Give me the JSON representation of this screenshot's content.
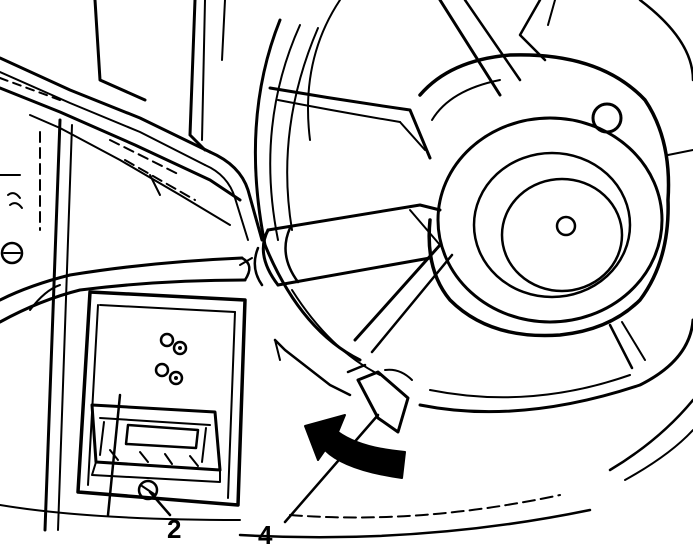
{
  "callouts": [
    {
      "id": "2",
      "text": "2"
    },
    {
      "id": "4",
      "text": "4"
    }
  ],
  "colors": {
    "ink": "#000000",
    "paper": "#ffffff"
  }
}
